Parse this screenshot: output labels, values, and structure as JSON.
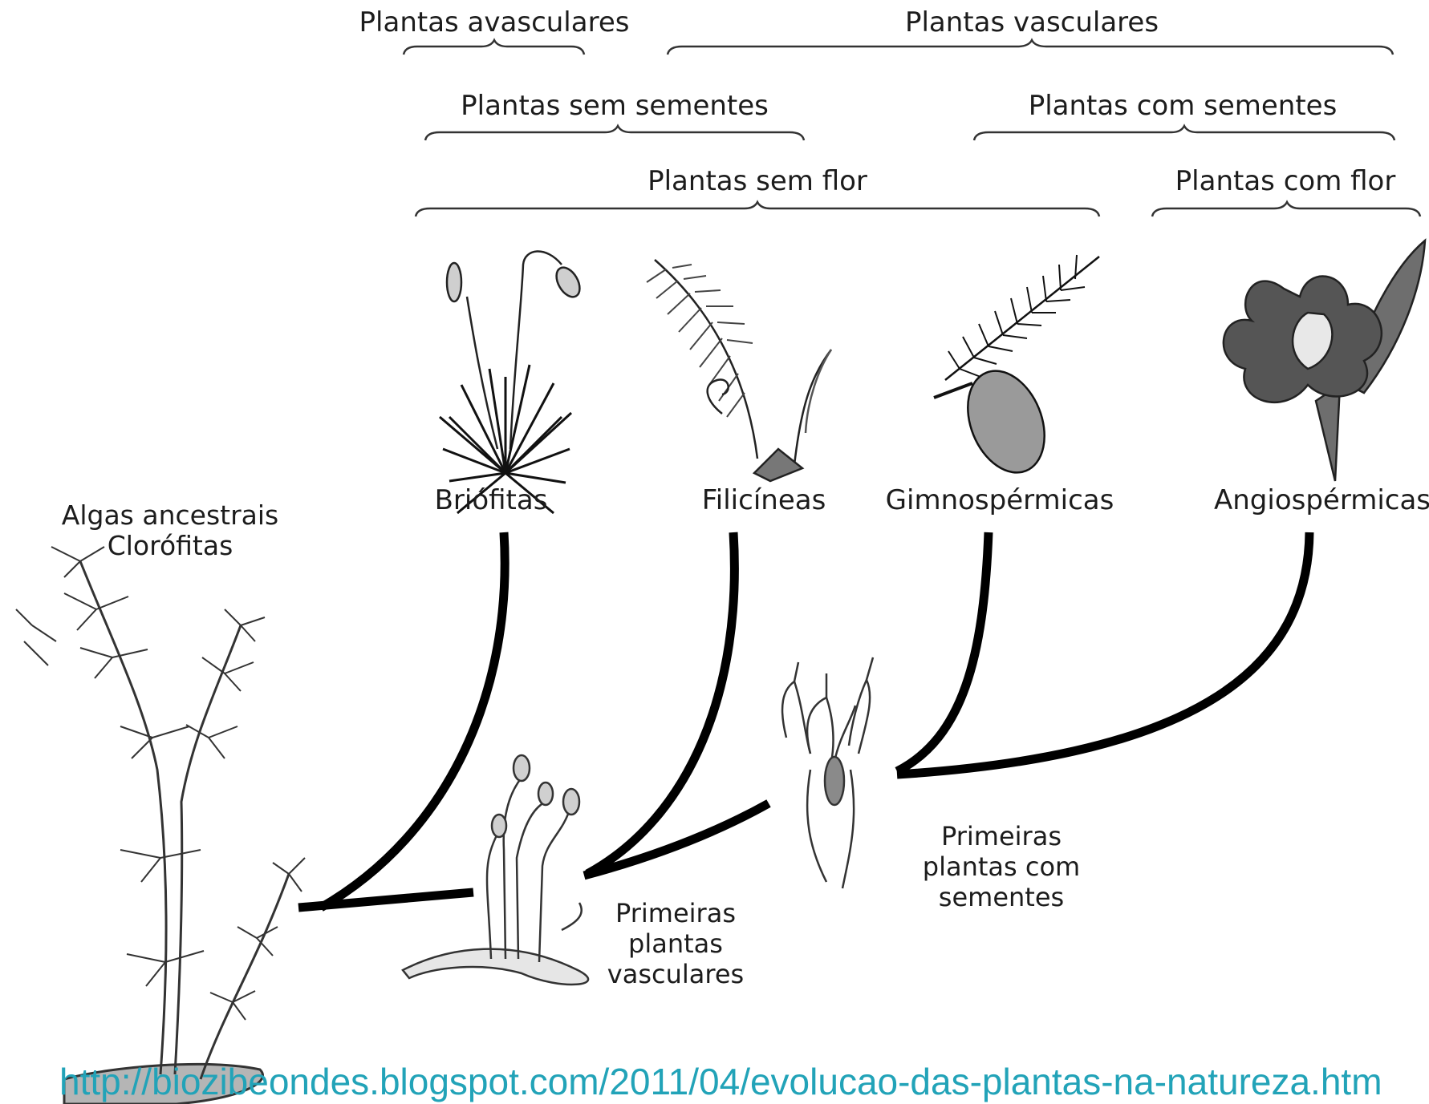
{
  "groups": {
    "avasculares": "Plantas avasculares",
    "vasculares": "Plantas vasculares",
    "sem_sementes": "Plantas sem sementes",
    "com_sementes": "Plantas com sementes",
    "sem_flor": "Plantas sem flor",
    "com_flor": "Plantas com flor"
  },
  "taxa": {
    "briofitas": "Briófitas",
    "filicineas": "Filicíneas",
    "gimnospermicas": "Gimnospérmicas",
    "angiospermicas": "Angiospérmicas"
  },
  "ancestors": {
    "line1": "Algas ancestrais",
    "line2": "Clorófitas"
  },
  "vascular_stage": {
    "line1": "Primeiras",
    "line2": "plantas",
    "line3": "vasculares"
  },
  "seed_stage": {
    "line1": "Primeiras",
    "line2": "plantas com",
    "line3": "sementes"
  },
  "source_url": "http://biozibeondes.blogspot.com/2011/04/evolucao-das-plantas-na-natureza.htm",
  "colors": {
    "text": "#1c1c1c",
    "branch": "#000000",
    "url": "#22a3b8"
  }
}
